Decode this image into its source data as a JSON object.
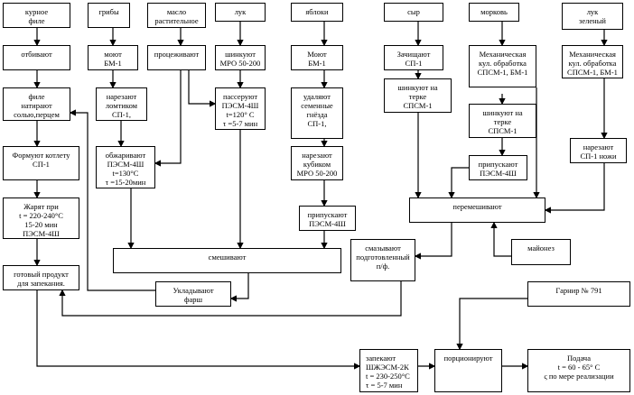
{
  "boxes": {
    "chicken_fillet": "курное\nфиле",
    "mushrooms": "грибы",
    "oil": "масло\nрастительное",
    "onion": "лук",
    "apples": "яблоки",
    "cheese": "сыр",
    "carrot": "морковь",
    "green_onion": "лук\nзеленый",
    "beat": "отбивают",
    "wash_mushrooms": "моют\nБМ-1",
    "strain": "процеживают",
    "shred_onion": "шинкуют\nМРО 50-200",
    "wash_apples": "Моют\nБМ-1",
    "clean_cheese": "Зачищают\nСП-1",
    "carrot_mech": "Механическая\nкул. обработка\nСПСМ-1, БМ-1",
    "green_onion_mech": "Механическая\nкул. обработка\nСПСМ-1, БМ-1",
    "rub_fillet": "филе\nнатирают\nсолью,перцем",
    "slice_mushrooms": "нарезают\nломтиком\nСП-1,",
    "saute_onion": "пассеруют\nПЭСМ-4Ш\nt=120° С\nτ =5-7 мин",
    "core_apples": "удаляют\nсеменные\nгнёзда\nСП-1,",
    "grate_cheese": "шинкуют на\nтерке\nСПСМ-1",
    "grate_carrot": "шинкуют на\nтерке\nСПСМ-1",
    "fry_mushrooms": "обжаривают\nПЭСМ-4Ш\nt=130°С\nτ =15-20мин",
    "form_cutlet": "Формуют котлету\nСП-1",
    "dice_apples": "нарезают\nкубиком\nМРО 50-200",
    "cut_green_onion": "нарезают\nСП-1 ножи",
    "poach_carrot": "припускают\nПЭСМ-4Ш",
    "fry_cutlet": "Жарят при\nt = 220-240°С\n15-20 мин\nПЭСМ-4Ш",
    "poach_apples": "припускают\nПЭСМ-4Ш",
    "mix_cheese": "перемешивают",
    "mix_filling": "смешивают",
    "coat": "смазывают\nподготовленный\nп/ф.",
    "mayonnaise": "майонез",
    "ready_product": "готовый   продукт\nдля запекания.",
    "lay_filling": "Укладывают\nфарш",
    "garnish": "Гарнир № 791",
    "bake": "запекают\nШЖЭСМ-2К\nt = 230-250°С\nτ = 5-7 мин",
    "portion": "порционируют",
    "serve": "Подача\nt = 60 - 65° С\nς по мере реализации"
  }
}
